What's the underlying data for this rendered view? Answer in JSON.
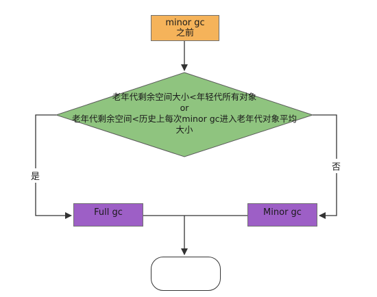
{
  "nodes": {
    "start": {
      "line1": "minor gc",
      "line2": "之前"
    },
    "decision": {
      "line1": "老年代剩余空间大小<年轻代所有对象",
      "line2": "or",
      "line3": "老年代剩余空间<历史上每次minor gc进入老年代对象平均",
      "line4": "大小"
    },
    "full_gc": {
      "label": "Full gc"
    },
    "minor_gc": {
      "label": "Minor gc"
    },
    "end": {
      "label": ""
    }
  },
  "edges": {
    "yes_label": "是",
    "no_label": "否"
  },
  "colors": {
    "start_fill": "#f5b35a",
    "decision_fill": "#8fc47f",
    "process_fill": "#9d5fc6",
    "line": "#333333"
  }
}
